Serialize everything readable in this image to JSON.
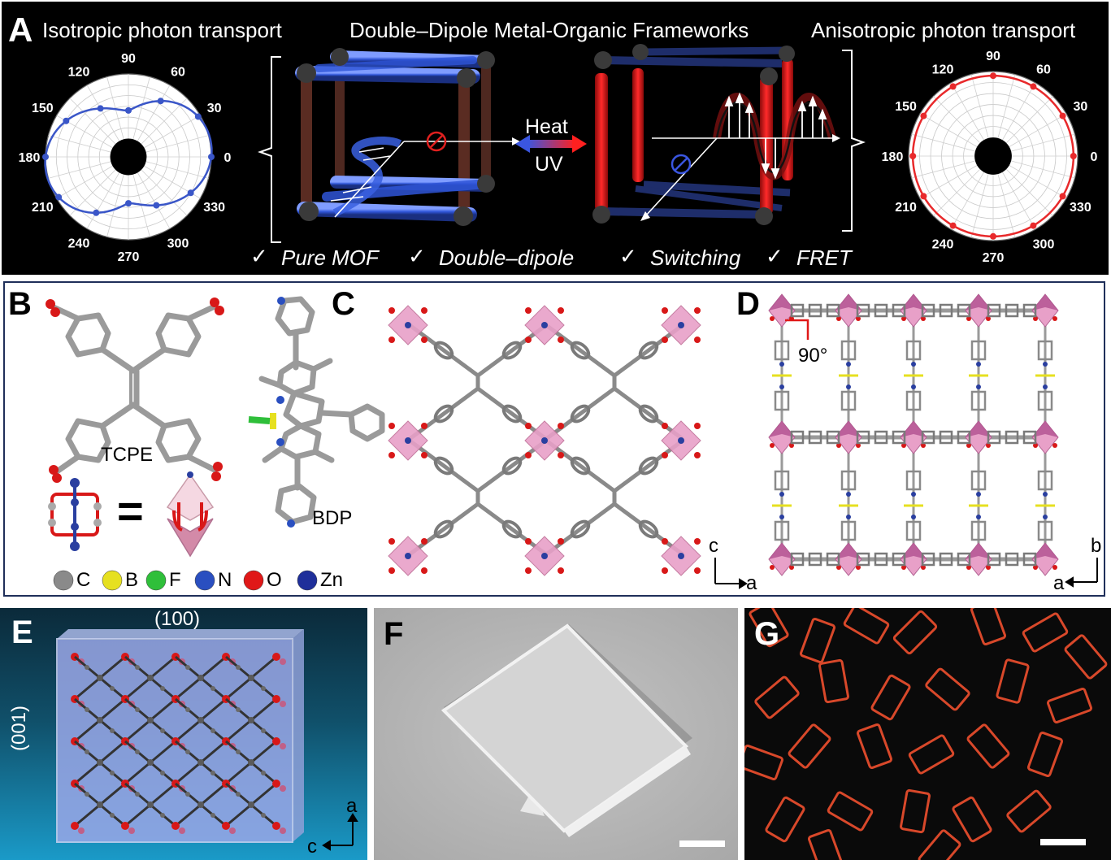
{
  "panelA": {
    "letter": "A",
    "iso_title": "Isotropic photon transport",
    "center_title": "Double–Dipole Metal-Organic Frameworks",
    "aniso_title": "Anisotropic photon transport",
    "heat_label": "Heat",
    "uv_label": "UV",
    "checks": [
      "Pure MOF",
      "Double–dipole",
      "Switching",
      "FRET"
    ],
    "check_mark": "✓",
    "polar_ticks": [
      "90",
      "60",
      "30",
      "0",
      "330",
      "300",
      "270",
      "240",
      "210",
      "180",
      "150",
      "120"
    ],
    "iso_color": "#3a56c8",
    "aniso_color": "#e8292b"
  },
  "panelB": {
    "letter": "B",
    "tcpe_label": "TCPE",
    "bdp_label": "BDP",
    "equals": "=",
    "legend": [
      {
        "label": "C",
        "color": "#8a8a8a"
      },
      {
        "label": "B",
        "color": "#e6e020"
      },
      {
        "label": "F",
        "color": "#2fbf3a"
      },
      {
        "label": "N",
        "color": "#2a4fc0"
      },
      {
        "label": "O",
        "color": "#e01818"
      },
      {
        "label": "Zn",
        "color": "#1f2f9a"
      }
    ]
  },
  "panelC": {
    "letter": "C",
    "axis_up": "c",
    "axis_right": "a"
  },
  "panelD": {
    "letter": "D",
    "angle": "90°",
    "axis_up": "b",
    "axis_left": "a"
  },
  "panelE": {
    "letter": "E",
    "face_top": "(100)",
    "face_left": "(001)",
    "axis_up": "a",
    "axis_left": "c"
  },
  "panelF": {
    "letter": "F"
  },
  "panelG": {
    "letter": "G"
  }
}
